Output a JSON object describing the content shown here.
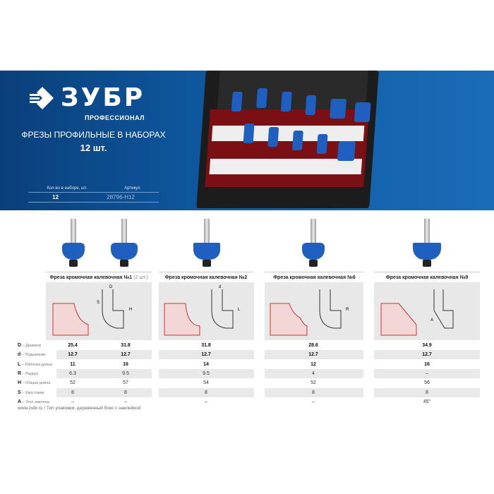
{
  "brand": {
    "name": "ЗУБР",
    "subtitle": "ПРОФЕССИОНАЛ"
  },
  "header": {
    "title": "ФРЕЗЫ ПРОФИЛЬНЫЕ В НАБОРАХ",
    "count": "12 шт."
  },
  "spec": {
    "qty_label": "Кол-во в наборе, шт.",
    "qty_value": "12",
    "article_label": "Артикул",
    "article_value": "28796-H12"
  },
  "products": [
    {
      "name": "Фреза кромочная калевочная №1",
      "note": "(2 шт.)"
    },
    {
      "name": "Фреза кромочная калевочная №2",
      "note": ""
    },
    {
      "name": "Фреза кромочная калевочная №6",
      "note": ""
    },
    {
      "name": "Фреза кромочная калевочная №9",
      "note": ""
    }
  ],
  "diagram_labels": {
    "D": "D",
    "d": "d",
    "L": "L",
    "R": "R",
    "H": "H",
    "S": "S",
    "A": "A"
  },
  "table": {
    "rows": [
      {
        "key": "D",
        "label": "– Диаметр",
        "values": [
          "25.4",
          "31.8",
          "31.8",
          "28.6",
          "34.9"
        ],
        "bold": true
      },
      {
        "key": "d",
        "label": "– Подшипник",
        "values": [
          "12.7",
          "12.7",
          "12.7",
          "12.7",
          "12.7"
        ],
        "bold": true
      },
      {
        "key": "L",
        "label": "– Рабочая длина",
        "values": [
          "11",
          "16",
          "14",
          "12",
          "16"
        ],
        "bold": true
      },
      {
        "key": "R",
        "label": "– Радиус",
        "values": [
          "6.3",
          "9.5",
          "9.5",
          "4",
          "–"
        ],
        "bold": false
      },
      {
        "key": "H",
        "label": "– Общая длина",
        "values": [
          "52",
          "57",
          "54",
          "52",
          "56"
        ],
        "bold": false
      },
      {
        "key": "S",
        "label": "– Хвостовик",
        "values": [
          "8",
          "8",
          "8",
          "8",
          "8"
        ],
        "bold": false
      },
      {
        "key": "A",
        "label": "– Угол наклона",
        "values": [
          "–",
          "–",
          "–",
          "–",
          "45°"
        ],
        "bold": false
      }
    ]
  },
  "footer": {
    "text": "www.zubr.ru  /  Тип упаковки: деревянный бокс с наклейкой"
  }
}
